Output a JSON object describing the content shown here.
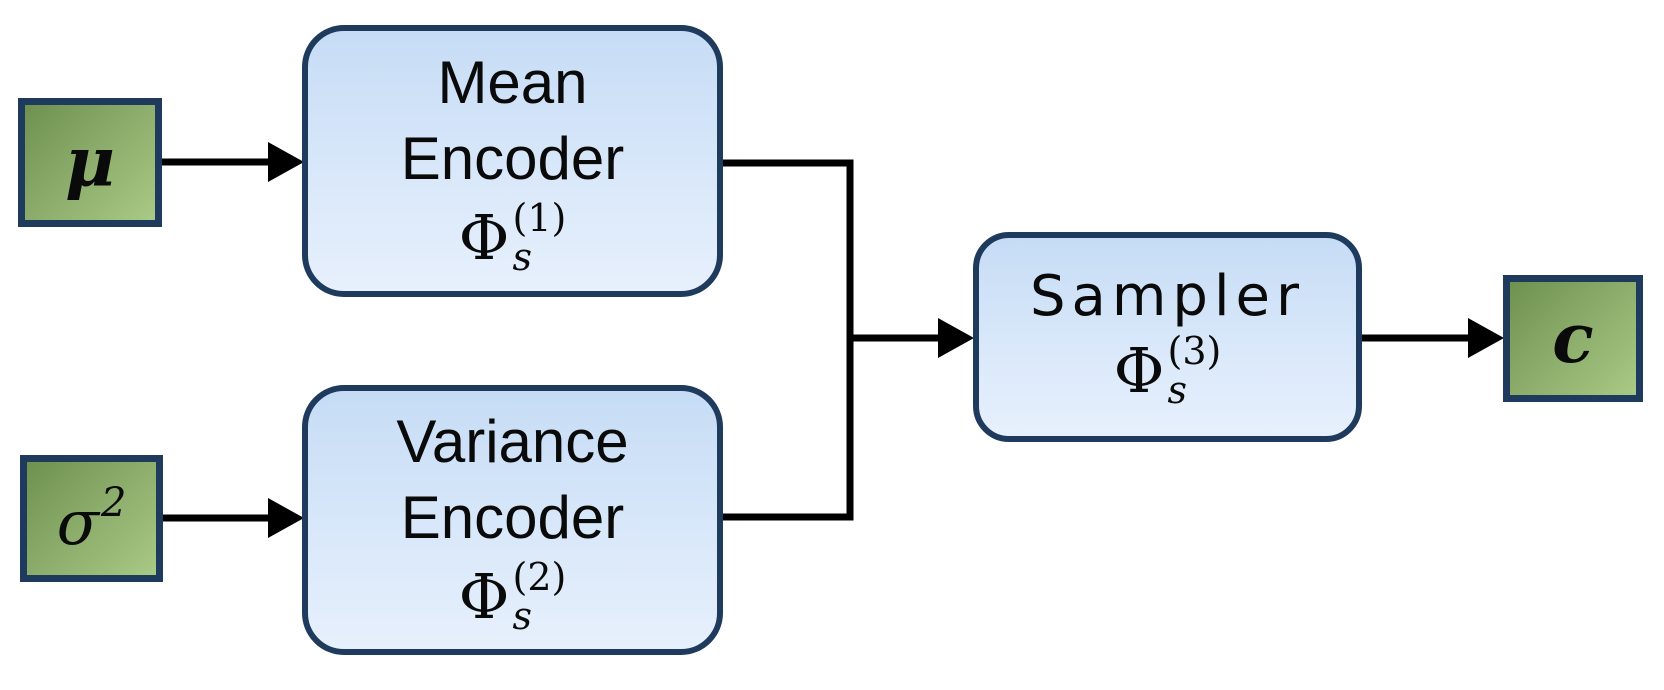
{
  "diagram": {
    "nodes": {
      "mu": {
        "label": "μ"
      },
      "sigma": {
        "base": "σ",
        "sup": "2"
      },
      "mean_encoder": {
        "line1": "Mean",
        "line2": "Encoder",
        "phi": "Φ",
        "sub": "s",
        "sup": "(1)"
      },
      "variance_encoder": {
        "line1": "Variance",
        "line2": "Encoder",
        "phi": "Φ",
        "sub": "s",
        "sup": "(2)"
      },
      "sampler": {
        "line1": "Sampler",
        "phi": "Φ",
        "sub": "s",
        "sup": "(3)"
      },
      "c": {
        "label": "c"
      }
    },
    "edges": [
      {
        "from": "mu",
        "to": "mean_encoder"
      },
      {
        "from": "sigma",
        "to": "variance_encoder"
      },
      {
        "from": "mean_encoder",
        "to": "sampler"
      },
      {
        "from": "variance_encoder",
        "to": "sampler"
      },
      {
        "from": "sampler",
        "to": "c"
      }
    ],
    "colors": {
      "node_border": "#1e3a5c",
      "green_start": "#6f9150",
      "green_end": "#a9c986",
      "blue_top": "#c6dcf5",
      "blue_mid": "#d9e8fa",
      "blue_bottom": "#e7f0fc",
      "arrow": "#000000",
      "text": "#0a0a0a"
    }
  }
}
